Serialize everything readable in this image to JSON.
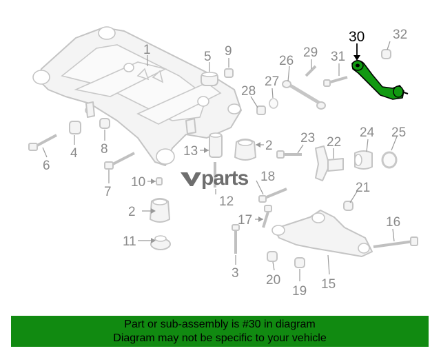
{
  "watermark": "parts",
  "callouts": {
    "c1": "1",
    "c2a": "2",
    "c2b": "2",
    "c3": "3",
    "c4": "4",
    "c5": "5",
    "c6": "6",
    "c7": "7",
    "c8": "8",
    "c9": "9",
    "c10": "10",
    "c11": "11",
    "c12": "12",
    "c13": "13",
    "c15": "15",
    "c16": "16",
    "c17": "17",
    "c18": "18",
    "c19": "19",
    "c20": "20",
    "c21": "21",
    "c22": "22",
    "c23": "23",
    "c24": "24",
    "c25": "25",
    "c26": "26",
    "c27": "27",
    "c28": "28",
    "c29": "29",
    "c30": "30",
    "c31": "31",
    "c32": "32"
  },
  "highlight": {
    "part_number": "30",
    "color": "#119911"
  },
  "footer": {
    "line1": "Part or sub-assembly is #30 in diagram",
    "line2": "Diagram may not be specific to your vehicle",
    "background": "#118a11"
  }
}
